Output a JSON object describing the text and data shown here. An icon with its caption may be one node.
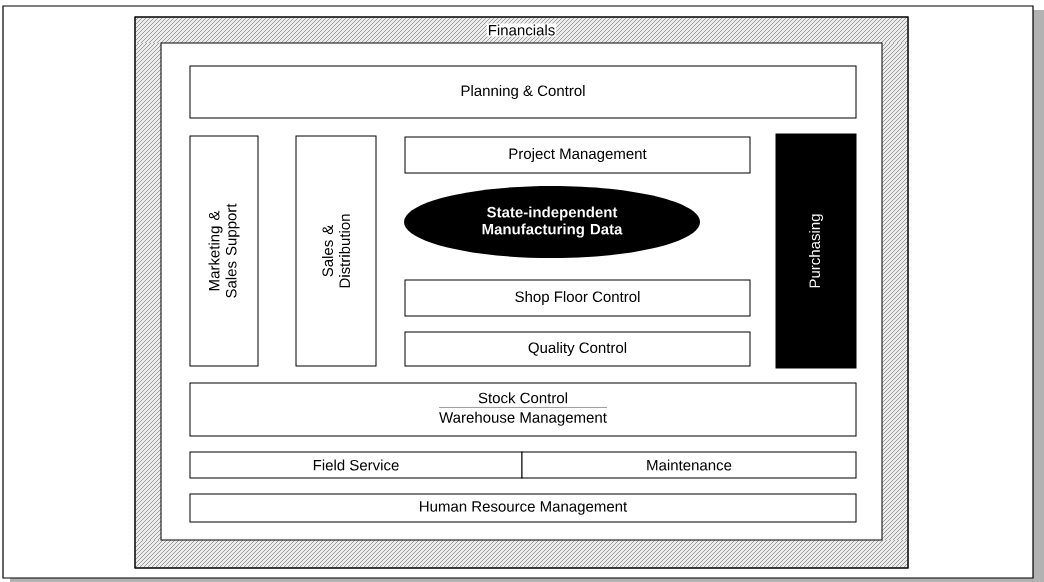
{
  "diagram": {
    "nodes": [
      {
        "text": [
          "Financials"
        ]
      },
      {
        "text": [
          "Planning & Control"
        ],
        "in": 0
      },
      {
        "text": [
          "Marketing & Sales Support"
        ],
        "in": 0
      },
      {
        "text": [
          "Sales & Distribution"
        ],
        "in": 0
      },
      {
        "text": [
          "Project Management"
        ],
        "in": 0
      },
      {
        "text": [
          "State-independent Manufacturing Data"
        ],
        "in": 0
      },
      {
        "text": [
          "Shop Floor Control"
        ],
        "in": 0
      },
      {
        "text": [
          "Quality Control"
        ],
        "in": 0
      },
      {
        "text": [
          "Purchasing"
        ],
        "in": 0
      },
      {
        "text": [
          "Stock Control",
          "Warehouse Management"
        ],
        "in": 0
      },
      {
        "text": [
          "Field Service"
        ],
        "in": 0
      },
      {
        "text": [
          "Maintenance"
        ],
        "in": 0
      },
      {
        "text": [
          "Human Resource Management"
        ],
        "in": 0
      }
    ]
  }
}
